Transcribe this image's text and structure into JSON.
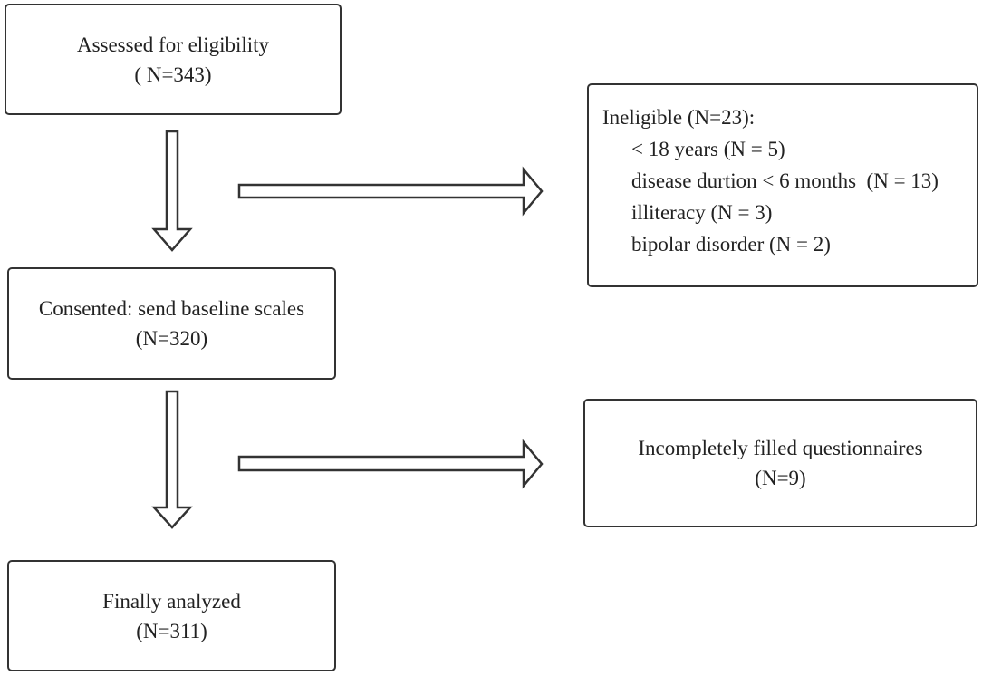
{
  "steps": {
    "assessed": {
      "title": "Assessed for eligibility",
      "count": "( N=343)"
    },
    "consented": {
      "title": "Consented: send baseline scales",
      "count": "(N=320)"
    },
    "analyzed": {
      "title": "Finally analyzed",
      "count": "(N=311)"
    }
  },
  "exclusions": {
    "ineligible": {
      "title": "Ineligible (N=23):",
      "items": [
        "< 18 years (N = 5)",
        "disease durtion < 6 months  (N = 13)",
        "illiteracy (N = 3)",
        "bipolar disorder (N = 2)"
      ]
    },
    "incomplete": {
      "title": "Incompletely filled questionnaires",
      "count": "(N=9)"
    }
  },
  "colors": {
    "border": "#333333",
    "text": "#222222",
    "background": "#ffffff"
  }
}
